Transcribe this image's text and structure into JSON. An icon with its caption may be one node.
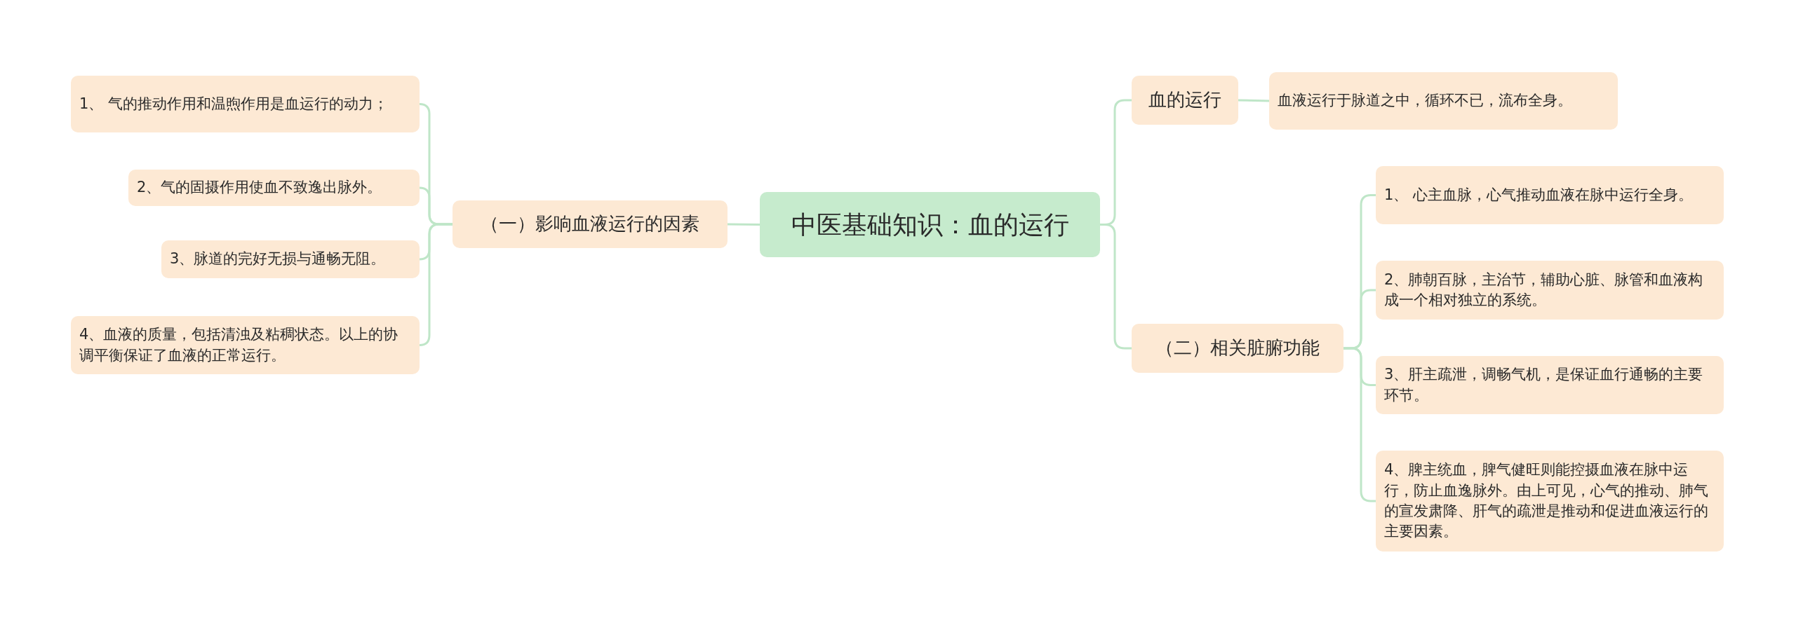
{
  "diagram": {
    "nodes": [
      {
        "text": [
          "中医基础知识：血的运行"
        ]
      },
      {
        "text": [
          "（一）影响血液运行的因素"
        ]
      },
      {
        "text": [
          "1、 气的推动作用和温煦作用是血运行的动力；"
        ]
      },
      {
        "text": [
          "2、气的固摄作用使血不致逸出脉外。"
        ]
      },
      {
        "text": [
          "3、脉道的完好无损与通畅无阻。"
        ]
      },
      {
        "text": [
          "4、血液的质量，包括清浊及粘稠状态。以上的协调平衡保证了血液的正常运行。"
        ]
      },
      {
        "text": [
          "血的运行"
        ]
      },
      {
        "text": [
          "血液运行于脉道之中，循环不已，流布全身。"
        ]
      },
      {
        "text": [
          "（二）相关脏腑功能"
        ]
      },
      {
        "text": [
          "1、 心主血脉，心气推动血液在脉中运行全身。"
        ]
      },
      {
        "text": [
          "2、肺朝百脉，主治节，辅助心脏、脉管和血液构成一个相对独立的系统。"
        ]
      },
      {
        "text": [
          "3、肝主疏泄，调畅气机，是保证血行通畅的主要环节。"
        ]
      },
      {
        "text": [
          "4、脾主统血，脾气健旺则能控摄血液在脉中运行，防止血逸脉外。由上可见，心气的推动、肺气的宣发肃降、肝气的疏泄是推动和促进血液运行的主要因素。"
        ]
      }
    ],
    "edges": [
      {
        "from": 0,
        "to": 1,
        "arrow": "none"
      },
      {
        "from": 1,
        "to": 2,
        "arrow": "none"
      },
      {
        "from": 1,
        "to": 3,
        "arrow": "none"
      },
      {
        "from": 1,
        "to": 4,
        "arrow": "none"
      },
      {
        "from": 1,
        "to": 5,
        "arrow": "none"
      },
      {
        "from": 0,
        "to": 6,
        "arrow": "none"
      },
      {
        "from": 6,
        "to": 7,
        "arrow": "none"
      },
      {
        "from": 0,
        "to": 8,
        "arrow": "none"
      },
      {
        "from": 8,
        "to": 9,
        "arrow": "none"
      },
      {
        "from": 8,
        "to": 10,
        "arrow": "none"
      },
      {
        "from": 8,
        "to": 11,
        "arrow": "none"
      },
      {
        "from": 8,
        "to": 12,
        "arrow": "none"
      }
    ]
  }
}
